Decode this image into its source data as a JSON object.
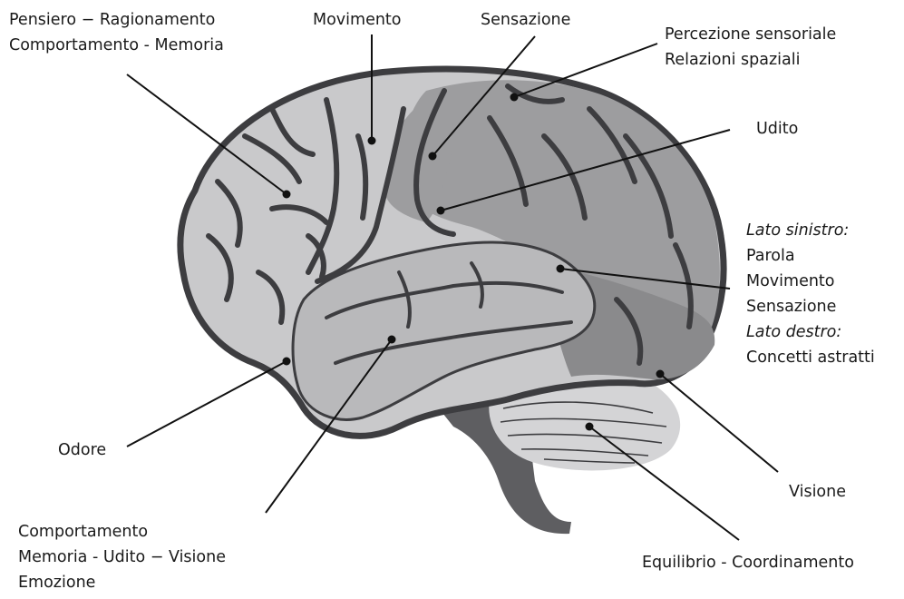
{
  "labels": {
    "frontal": [
      "Pensiero − Ragionamento",
      "Comportamento - Memoria"
    ],
    "motor": [
      "Movimento"
    ],
    "sensory": [
      "Sensazione"
    ],
    "parietal": [
      "Percezione sensoriale",
      "Relazioni spaziali"
    ],
    "hearing": [
      "Udito"
    ],
    "hemisphere": {
      "left_heading": "Lato sinistro:",
      "left_items": [
        "Parola",
        "Movimento",
        "Sensazione"
      ],
      "right_heading": "Lato destro:",
      "right_items": [
        "Concetti astratti"
      ]
    },
    "smell": [
      "Odore"
    ],
    "temporal": [
      "Comportamento",
      "Memoria - Udito − Visione",
      "Emozione"
    ],
    "vision": [
      "Visione"
    ],
    "cerebellum": [
      "Equilibrio - Coordinamento"
    ]
  },
  "colors": {
    "outline": "#3d3d40",
    "frontal_lobe": "#c9c9cb",
    "parietal_lobe": "#9d9d9f",
    "occipital_lobe": "#8a8a8c",
    "temporal_lobe": "#b9b9bb",
    "cerebellum": "#d4d4d6",
    "brainstem": "#5e5e61",
    "text": "#1a1a1a",
    "leader_line": "#111111"
  }
}
